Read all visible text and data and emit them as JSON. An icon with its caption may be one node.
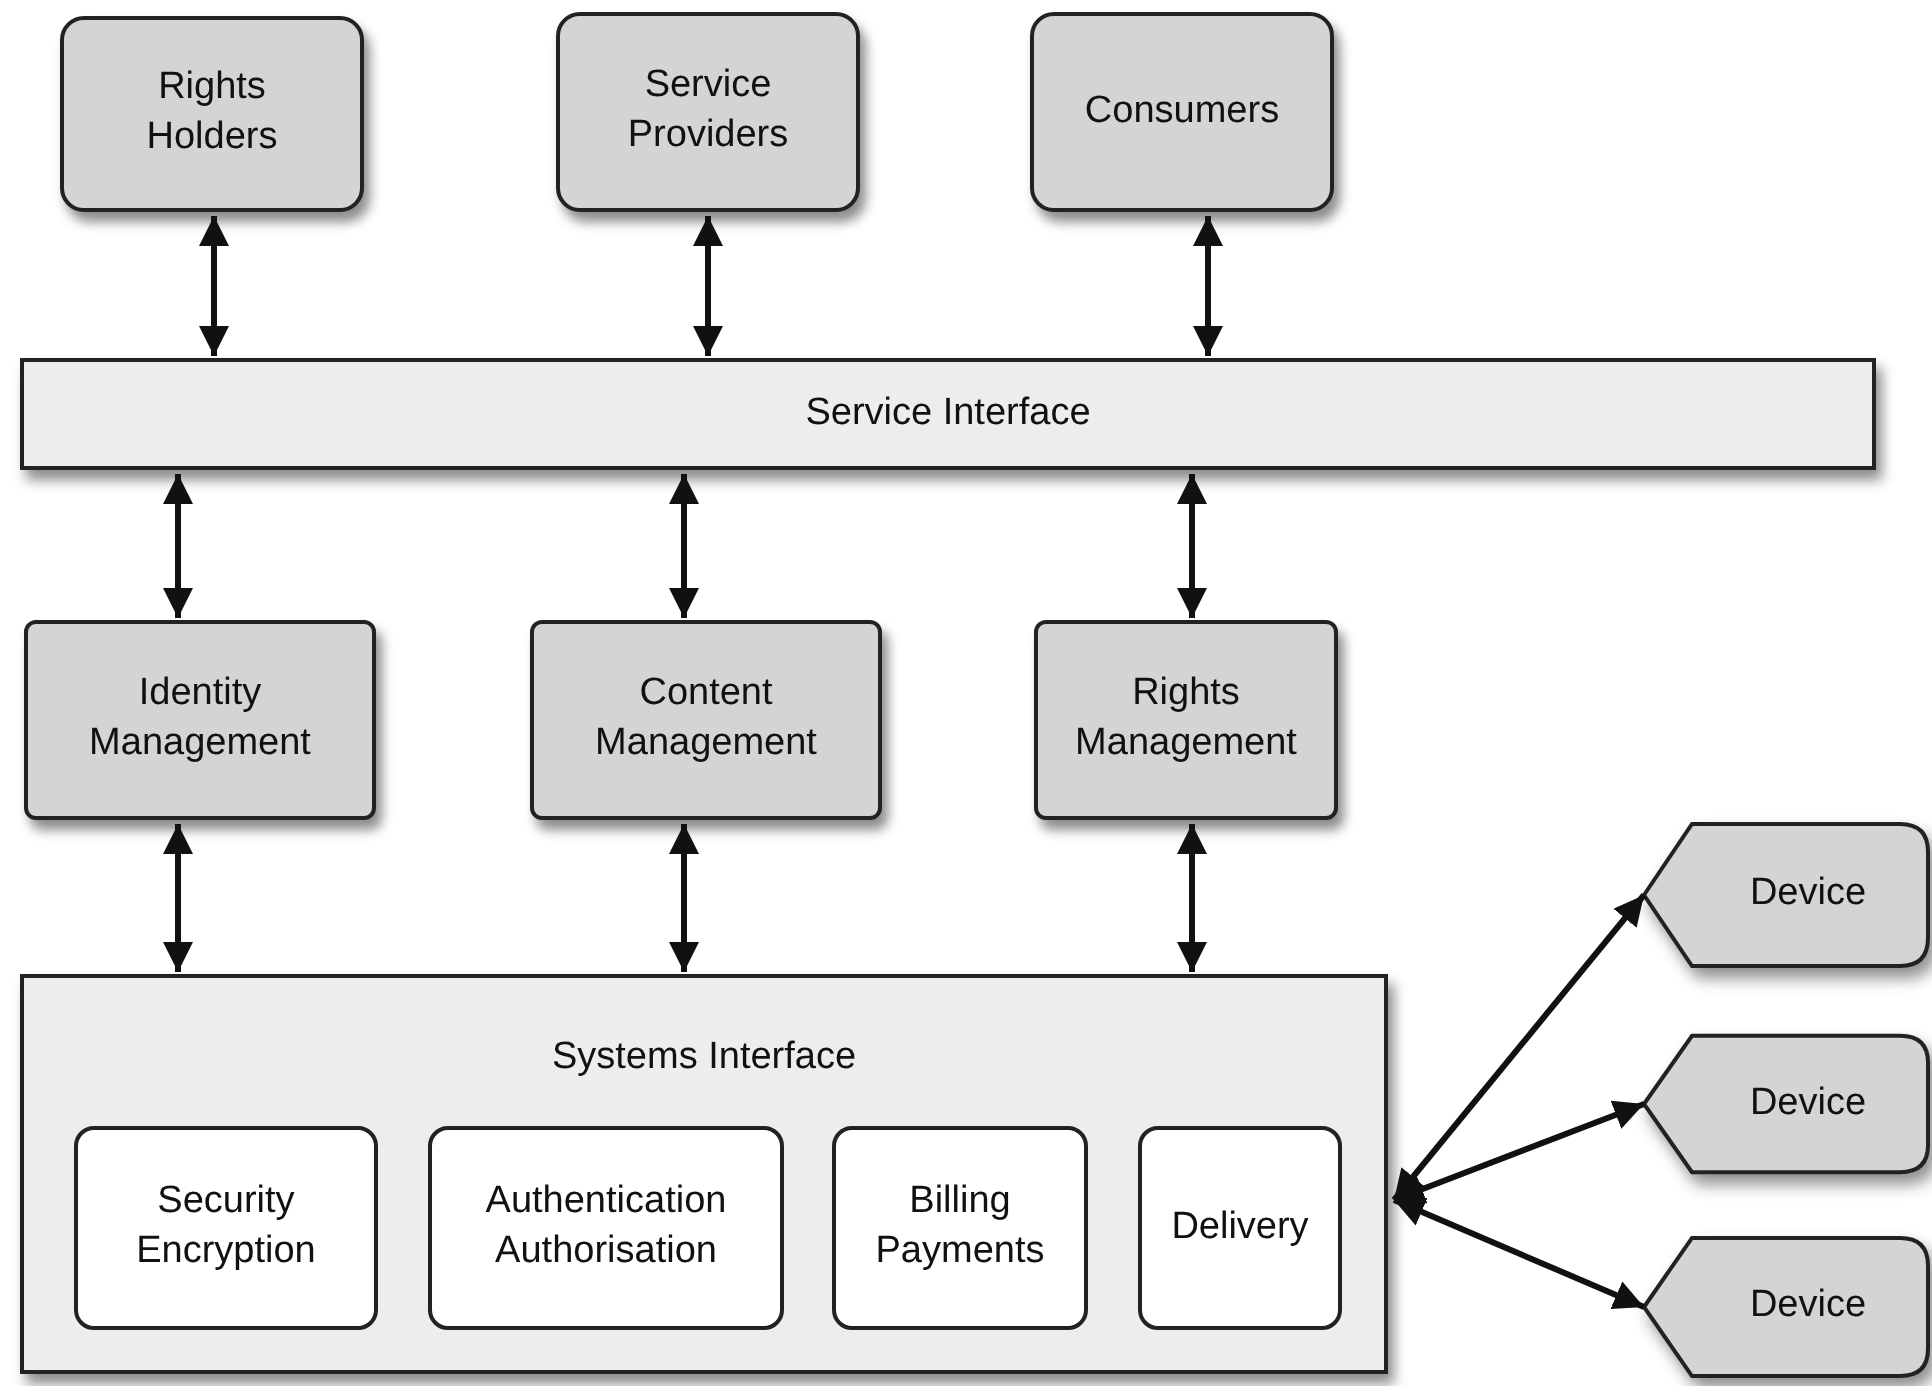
{
  "diagram": {
    "nodes": [
      {
        "text": [
          "Rights Holders"
        ]
      },
      {
        "text": [
          "Service Providers"
        ]
      },
      {
        "text": [
          "Consumers"
        ]
      },
      {
        "text": [
          "Service Interface"
        ]
      },
      {
        "text": [
          "Identity Management"
        ]
      },
      {
        "text": [
          "Content Management"
        ]
      },
      {
        "text": [
          "Rights Management"
        ]
      },
      {
        "text": [
          "Systems Interface"
        ]
      },
      {
        "text": [
          "Security Encryption"
        ],
        "in": 7
      },
      {
        "text": [
          "Authentication Authorisation"
        ],
        "in": 7
      },
      {
        "text": [
          "Billing Payments"
        ],
        "in": 7
      },
      {
        "text": [
          "Delivery"
        ],
        "in": 7
      },
      {
        "text": [
          "Device"
        ]
      },
      {
        "text": [
          "Device"
        ]
      },
      {
        "text": [
          "Device"
        ]
      }
    ],
    "edges": [
      {
        "from": 0,
        "to": 3,
        "arrow": "both"
      },
      {
        "from": 1,
        "to": 3,
        "arrow": "both"
      },
      {
        "from": 2,
        "to": 3,
        "arrow": "both"
      },
      {
        "from": 3,
        "to": 4,
        "arrow": "both"
      },
      {
        "from": 3,
        "to": 5,
        "arrow": "both"
      },
      {
        "from": 3,
        "to": 6,
        "arrow": "both"
      },
      {
        "from": 4,
        "to": 7,
        "arrow": "both"
      },
      {
        "from": 5,
        "to": 7,
        "arrow": "both"
      },
      {
        "from": 6,
        "to": 7,
        "arrow": "both"
      },
      {
        "from": 7,
        "to": 12,
        "arrow": "both"
      },
      {
        "from": 7,
        "to": 13,
        "arrow": "both"
      },
      {
        "from": 7,
        "to": 14,
        "arrow": "both"
      }
    ]
  }
}
